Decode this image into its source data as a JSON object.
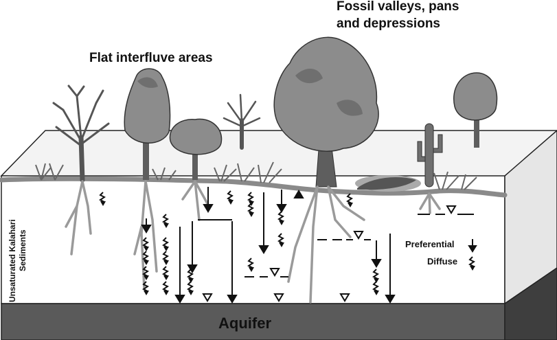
{
  "labels": {
    "flat_interfluve": "Flat interfluve areas",
    "fossil_line1": "Fossil valleys, pans",
    "fossil_line2": "and depressions",
    "side_line1": "Unsaturated Kalahari",
    "side_line2": "Sediments",
    "aquifer": "Aquifer"
  },
  "legend": {
    "preferential": "Preferential",
    "diffuse": "Diffuse"
  },
  "colors": {
    "surface": "#f3f3f3",
    "front_face": "#ffffff",
    "right_face": "#e6e6e6",
    "aquifer": "#5a5a5a",
    "aquifer_side": "#3e3e3e",
    "ground_line": "#8a8a8a",
    "tree_canopy": "#8c8c8c",
    "tree_canopy_dark": "#6f6f6f",
    "trunk": "#5e5e5e",
    "root": "#9a9a9a",
    "pan": "#555555"
  }
}
